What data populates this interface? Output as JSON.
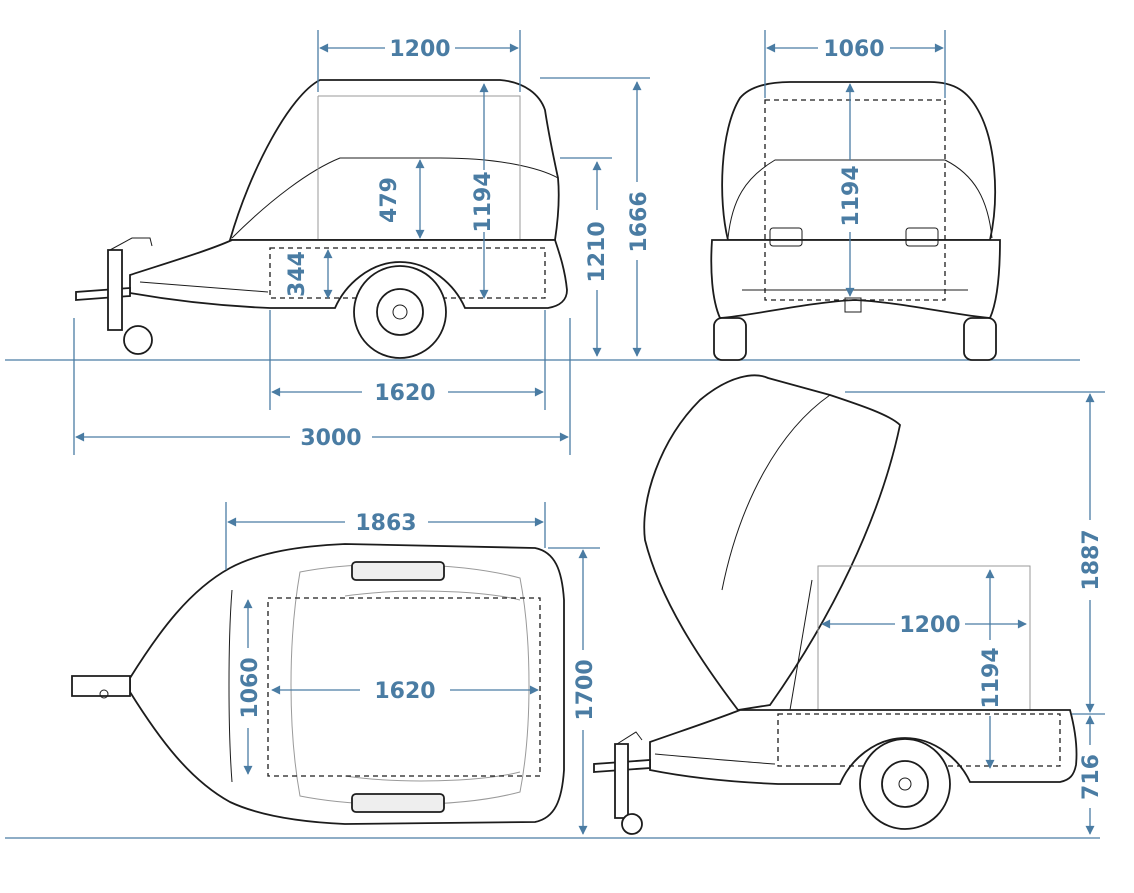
{
  "dimensions": {
    "side_view": {
      "lid_length": "1200",
      "lid_lift": "479",
      "interior_height": "1194",
      "bed_depth": "344",
      "body_height": "1210",
      "overall_height": "1666",
      "track_length": "1620",
      "overall_length": "3000"
    },
    "rear_view": {
      "interior_width": "1060",
      "interior_height": "1194"
    },
    "top_view": {
      "overall_length": "1863",
      "interior_width": "1060",
      "interior_length": "1620",
      "overall_width": "1700"
    },
    "open_view": {
      "interior_length": "1200",
      "interior_height": "1194",
      "open_height": "1887",
      "bed_height": "716"
    }
  },
  "colors": {
    "dimension_blue": "#4a7ca3",
    "outline": "#1c1c1c"
  }
}
